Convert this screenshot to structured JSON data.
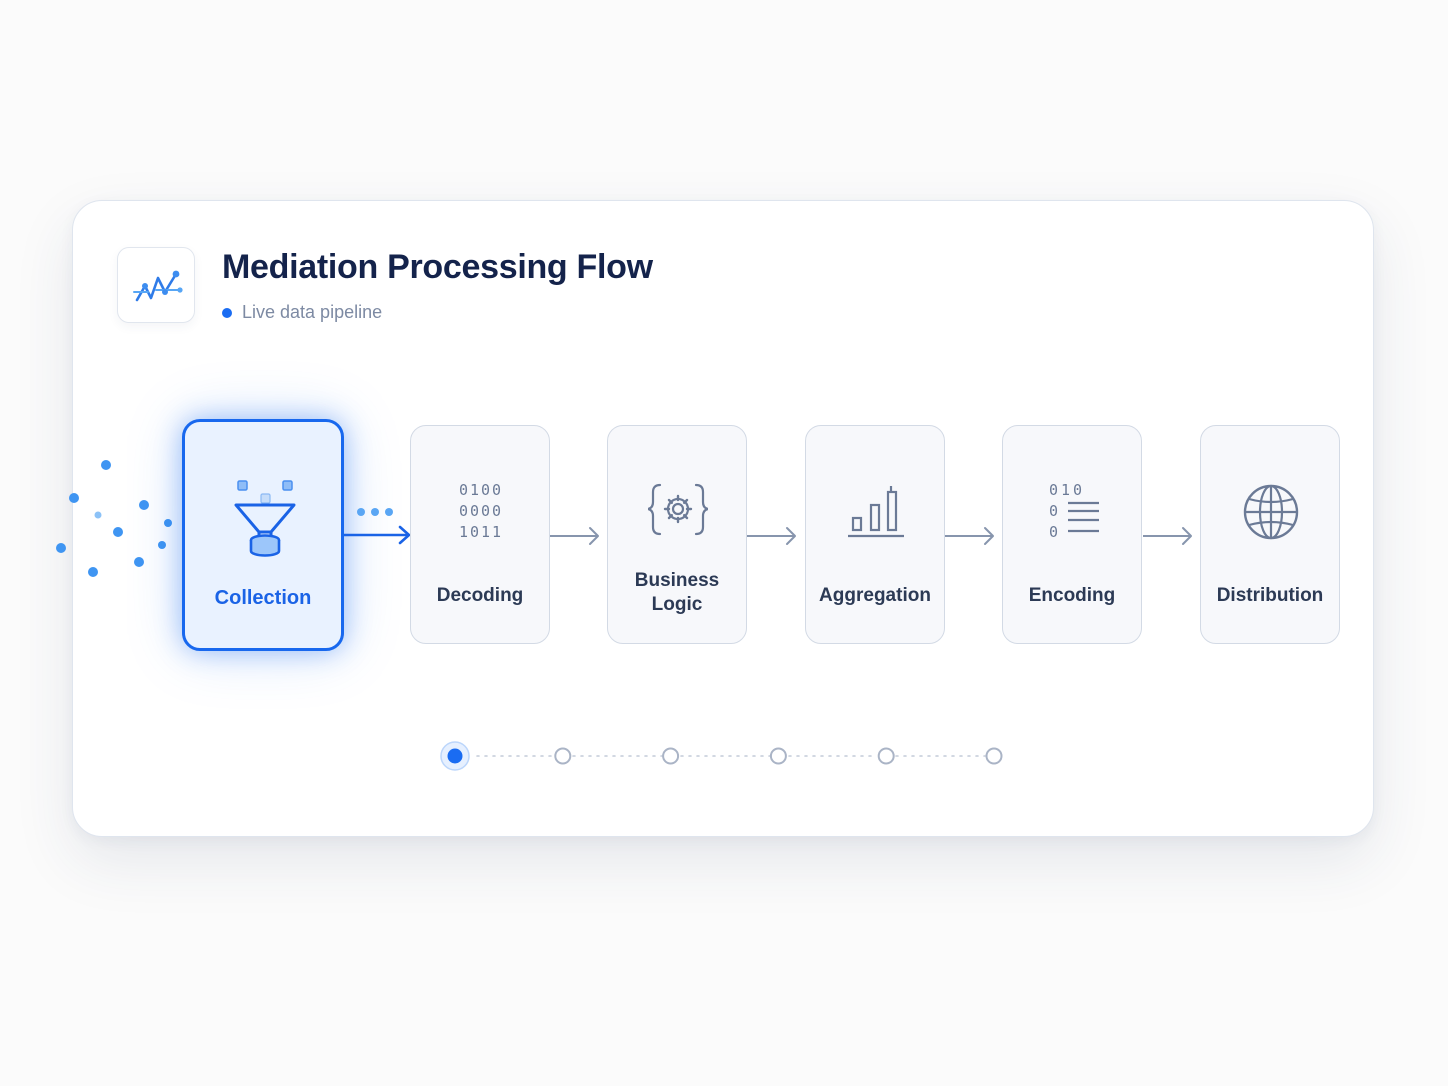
{
  "header": {
    "title": "Mediation Processing Flow",
    "status_text": "Live data pipeline",
    "logo_icon": "line-chart-icon"
  },
  "pipeline": {
    "active_index": 0,
    "stages": [
      {
        "label": "Collection",
        "icon": "funnel-icon"
      },
      {
        "label": "Decoding",
        "icon": "binary-icon",
        "icon_text": [
          "0100",
          "0000",
          "1011"
        ]
      },
      {
        "label": "Business\nLogic",
        "line1": "Business",
        "line2": "Logic",
        "icon": "code-gear-icon"
      },
      {
        "label": "Aggregation",
        "icon": "bar-chart-icon"
      },
      {
        "label": "Encoding",
        "icon": "encoded-list-icon",
        "icon_text": [
          "010",
          "0",
          "0"
        ]
      },
      {
        "label": "Distribution",
        "icon": "globe-icon"
      }
    ]
  },
  "progress": {
    "steps": 6,
    "current_step": 1
  },
  "colors": {
    "accent": "#1a6cf2",
    "title": "#14234b",
    "muted": "#7d8aa3",
    "inactive_icon": "#6b7a96",
    "border": "#d3dae5"
  }
}
